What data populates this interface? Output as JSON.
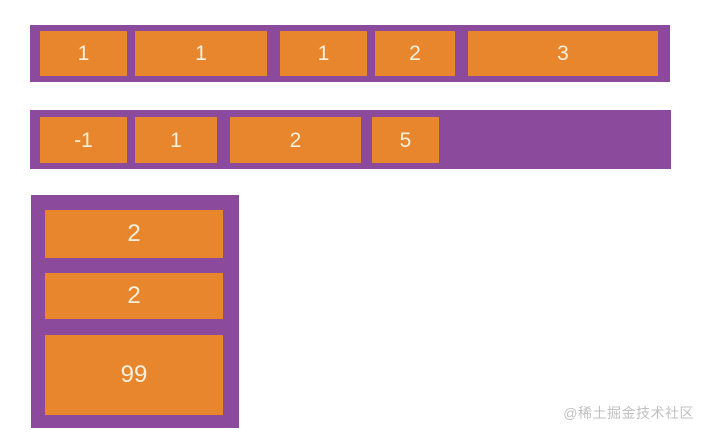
{
  "colors": {
    "container_purple": "#8b4a9c",
    "item_orange": "#e8862d",
    "item_text_cream": "#f7f0dd",
    "watermark_gray": "#c0c0c0",
    "page_background": "#ffffff"
  },
  "diagram": {
    "row1": {
      "items": [
        {
          "label": "1"
        },
        {
          "label": "1"
        },
        {
          "label": "1"
        },
        {
          "label": "2"
        },
        {
          "label": "3"
        }
      ]
    },
    "row2": {
      "items": [
        {
          "label": "-1"
        },
        {
          "label": "1"
        },
        {
          "label": "2"
        },
        {
          "label": "5"
        }
      ]
    },
    "column": {
      "items": [
        {
          "label": "2"
        },
        {
          "label": "2"
        },
        {
          "label": "99"
        }
      ]
    }
  },
  "watermark": {
    "text": "@稀土掘金技术社区"
  }
}
